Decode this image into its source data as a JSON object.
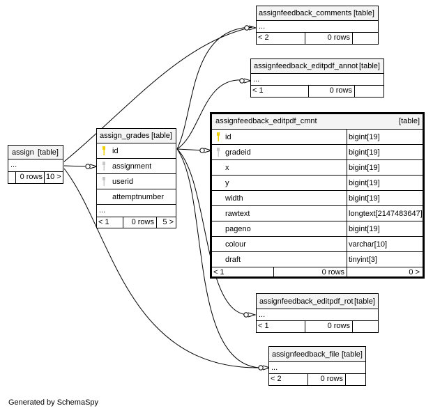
{
  "colors": {
    "primary_key": "#f0d000",
    "foreign_key": "#c8c8c8",
    "border": "#000000",
    "header_bg": "#f4f4f4"
  },
  "tables": {
    "assign": {
      "name": "assign",
      "type": "[table]",
      "ellipsis": "...",
      "rows": "0 rows",
      "children": "10 >"
    },
    "assign_grades": {
      "name": "assign_grades",
      "type": "[table]",
      "columns": [
        {
          "name": "id",
          "key": "primary"
        },
        {
          "name": "assignment",
          "key": "foreign"
        },
        {
          "name": "userid",
          "key": "foreign"
        },
        {
          "name": "attemptnumber",
          "key": "none"
        }
      ],
      "ellipsis": "...",
      "parents": "< 1",
      "rows": "0 rows",
      "children": "5 >"
    },
    "assignfeedback_comments": {
      "name": "assignfeedback_comments",
      "type": "[table]",
      "ellipsis": "...",
      "parents": "< 2",
      "rows": "0 rows"
    },
    "assignfeedback_editpdf_annot": {
      "name": "assignfeedback_editpdf_annot",
      "type": "[table]",
      "ellipsis": "...",
      "parents": "< 1",
      "rows": "0 rows"
    },
    "assignfeedback_editpdf_cmnt": {
      "name": "assignfeedback_editpdf_cmnt",
      "type": "[table]",
      "columns": [
        {
          "name": "id",
          "datatype": "bigint[19]",
          "key": "primary"
        },
        {
          "name": "gradeid",
          "datatype": "bigint[19]",
          "key": "foreign"
        },
        {
          "name": "x",
          "datatype": "bigint[19]",
          "key": "none"
        },
        {
          "name": "y",
          "datatype": "bigint[19]",
          "key": "none"
        },
        {
          "name": "width",
          "datatype": "bigint[19]",
          "key": "none"
        },
        {
          "name": "rawtext",
          "datatype": "longtext[2147483647]",
          "key": "none"
        },
        {
          "name": "pageno",
          "datatype": "bigint[19]",
          "key": "none"
        },
        {
          "name": "colour",
          "datatype": "varchar[10]",
          "key": "none"
        },
        {
          "name": "draft",
          "datatype": "tinyint[3]",
          "key": "none"
        }
      ],
      "parents": "< 1",
      "rows": "0 rows",
      "children": "0 >"
    },
    "assignfeedback_editpdf_rot": {
      "name": "assignfeedback_editpdf_rot",
      "type": "[table]",
      "ellipsis": "...",
      "parents": "< 1",
      "rows": "0 rows"
    },
    "assignfeedback_file": {
      "name": "assignfeedback_file",
      "type": "[table]",
      "ellipsis": "...",
      "parents": "< 2",
      "rows": "0 rows"
    }
  },
  "footer": "Generated by SchemaSpy"
}
